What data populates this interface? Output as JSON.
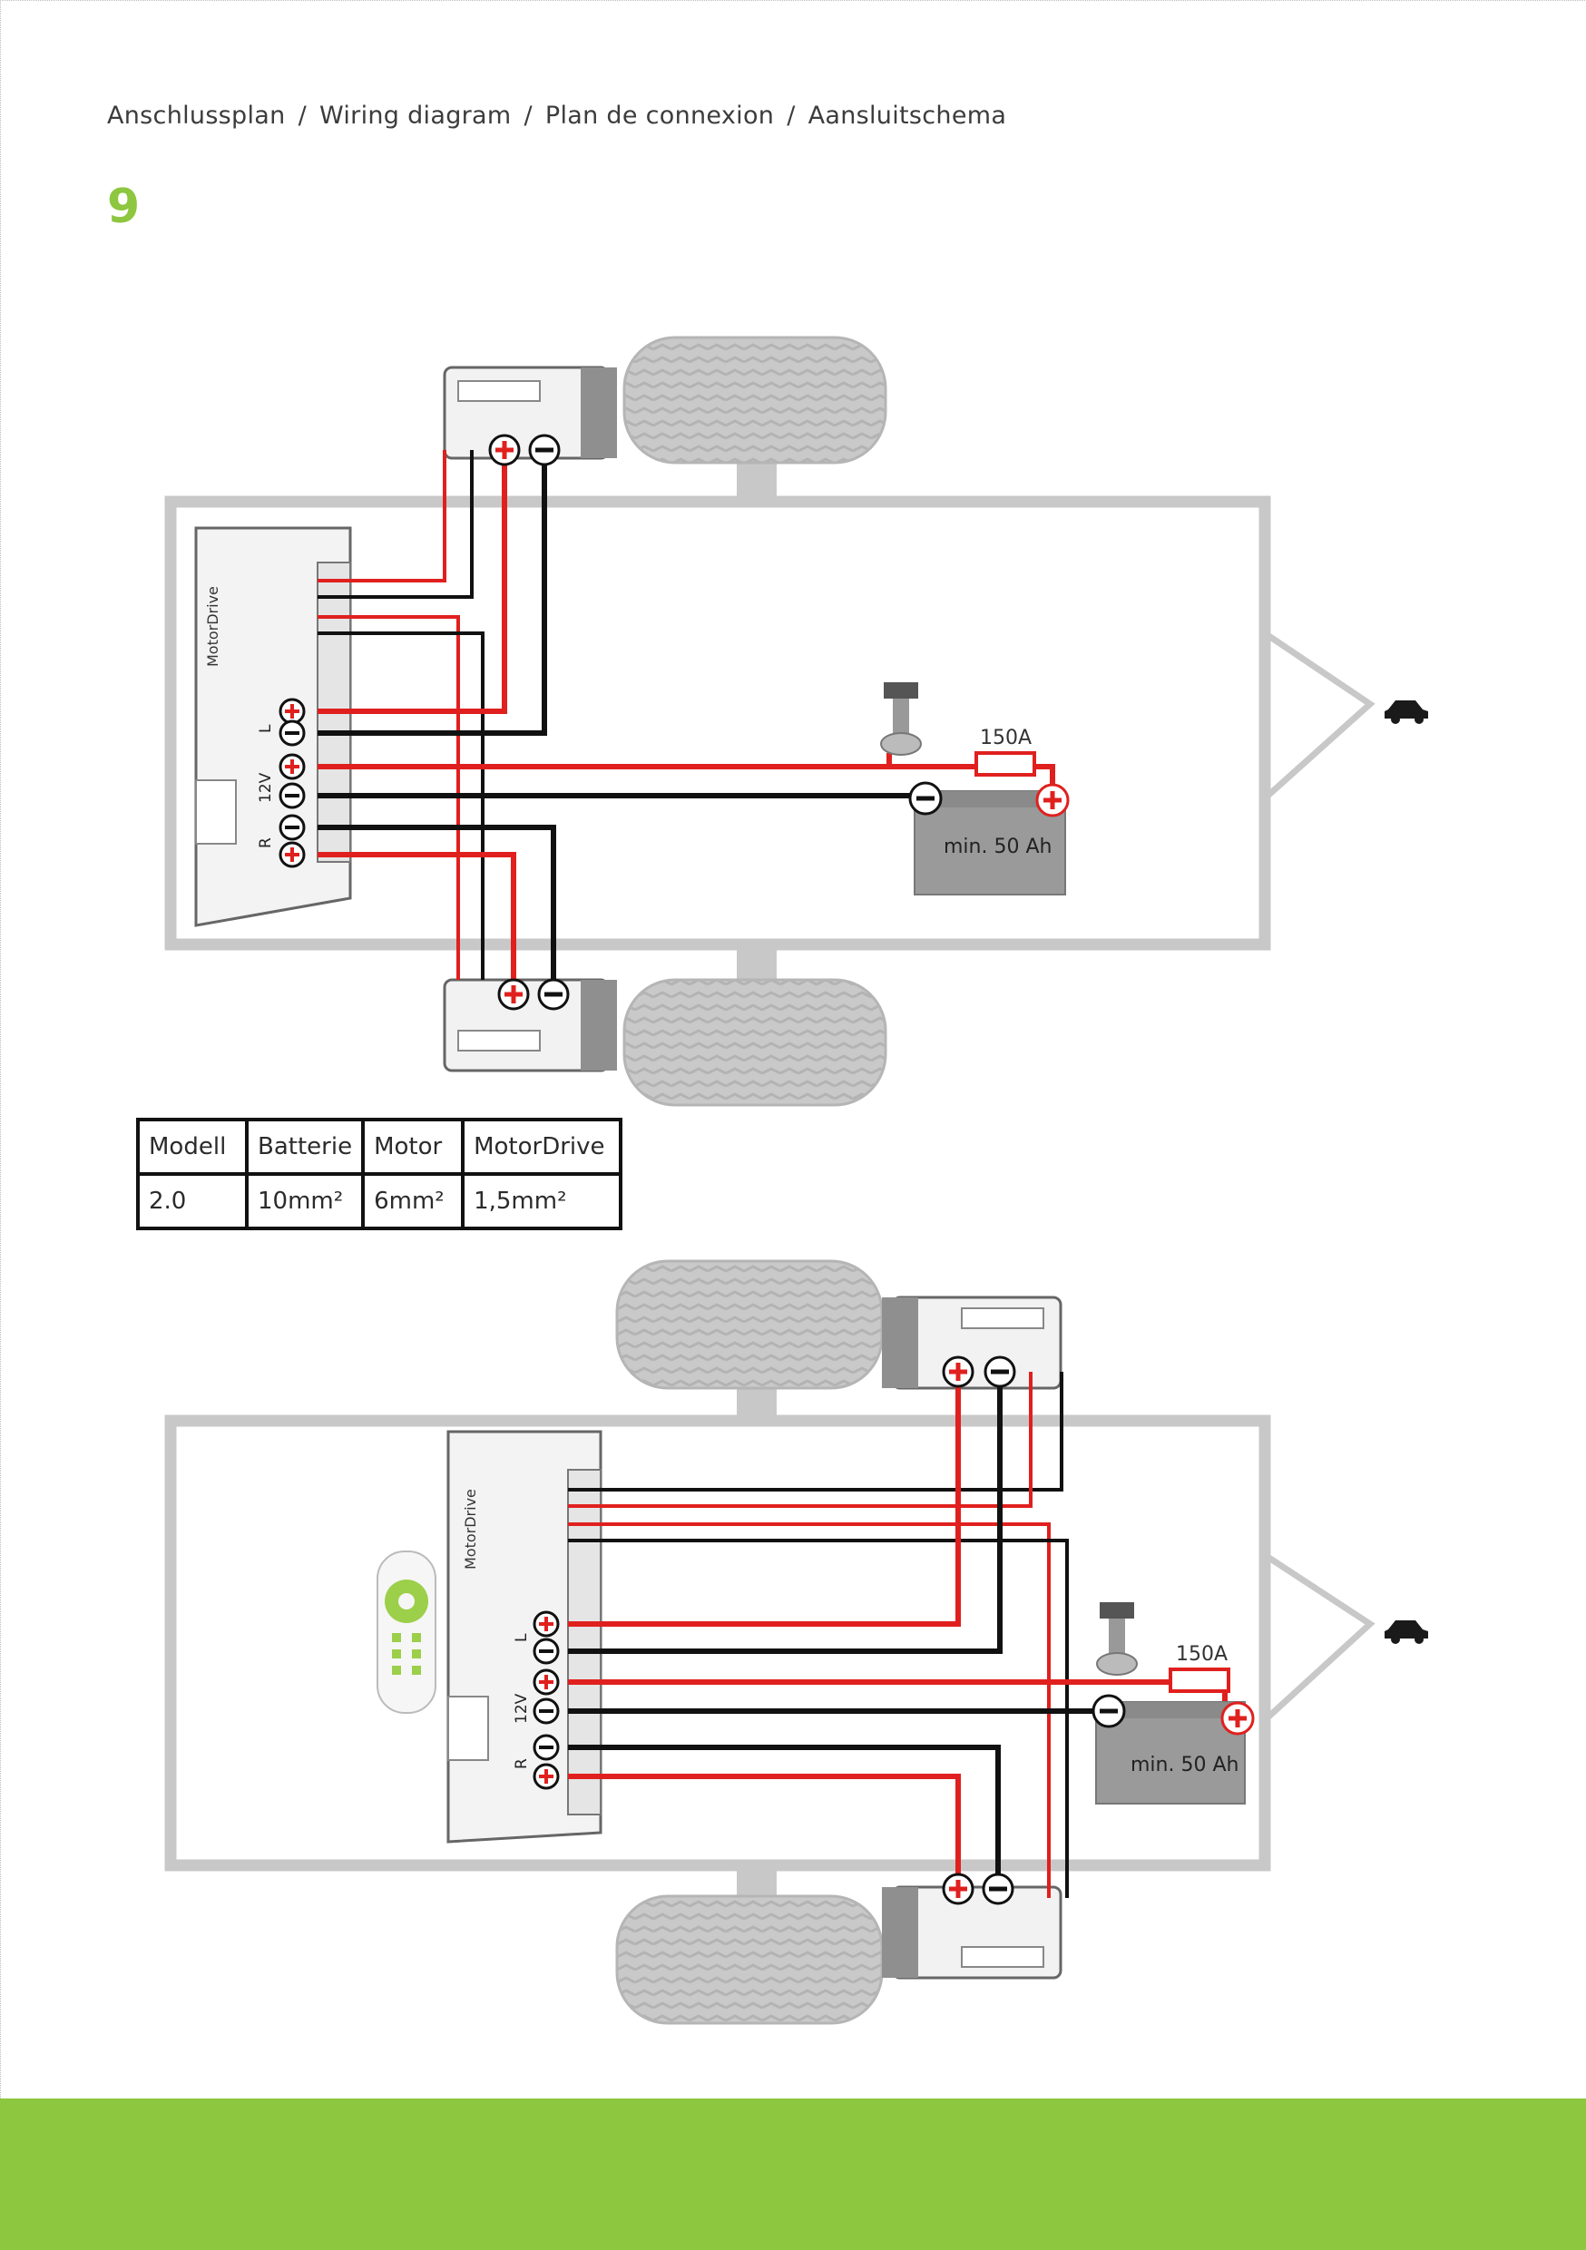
{
  "header": {
    "parts": [
      "Anschlussplan",
      "Wiring diagram",
      "Plan de connexion",
      "Aansluitschema"
    ],
    "separator": "/"
  },
  "page_number": "9",
  "colors": {
    "accent_green": "#8dc63f",
    "wire_red": "#e0201e",
    "wire_black": "#111111",
    "frame_grey": "#c8c8c8"
  },
  "diagram": {
    "control_unit_label": "MotorDrive",
    "terminal_labels": {
      "left": "L",
      "voltage": "12V",
      "right": "R"
    },
    "fuse_label": "150A",
    "battery_label": "min. 50 Ah"
  },
  "specs_table": {
    "headers": [
      "Modell",
      "Batterie",
      "Motor",
      "MotorDrive"
    ],
    "row": [
      "2.0",
      "10mm²",
      "6mm²",
      "1,5mm²"
    ]
  }
}
